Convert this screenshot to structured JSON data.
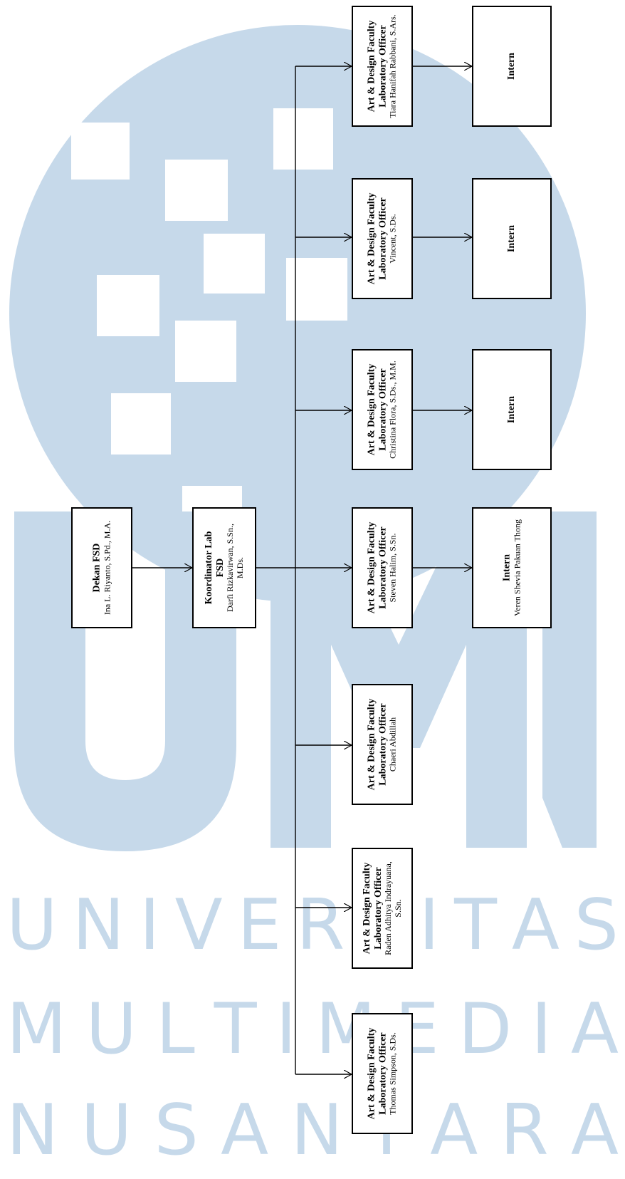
{
  "watermark": {
    "rows": [
      "U N I V E R S I T A S",
      "M U L T I M E D I A",
      "N U S A N T A R A"
    ],
    "color": "#c6d9ea",
    "logo": "UMN"
  },
  "dean": {
    "title": "Dekan FSD",
    "name": "Ina L. Riyanto, S.Pd., M.A."
  },
  "coordinator": {
    "title": "Koordinator Lab FSD",
    "name": "Darfi Rizkavirwan, S.Sn., M.Ds."
  },
  "officers": [
    {
      "title": "Art & Design Faculty Laboratory Officer",
      "name": "Thomas Simpson, S.Ds."
    },
    {
      "title": "Art & Design Faculty Laboratory Officer",
      "name": "Raden Adhitya Indrayuana, S.Sn."
    },
    {
      "title": "Art & Design Faculty Laboratory Officer",
      "name": "Chaeri Abdillah"
    },
    {
      "title": "Art & Design Faculty Laboratory Officer",
      "name": "Steven Halim, S.Sn."
    },
    {
      "title": "Art & Design Faculty Laboratory Officer",
      "name": "Christina Flora, S.Ds., M.M."
    },
    {
      "title": "Art & Design Faculty Laboratory Officer",
      "name": "Vincent, S.Ds."
    },
    {
      "title": "Art & Design Faculty Laboratory Officer",
      "name": "Tiara Hanifah Rabbani, S.Ars."
    }
  ],
  "interns": [
    {
      "title": "Intern",
      "name": "Veren Shevia Pakuan Thong"
    },
    {
      "title": "Intern",
      "name": ""
    },
    {
      "title": "Intern",
      "name": ""
    },
    {
      "title": "Intern",
      "name": ""
    }
  ]
}
